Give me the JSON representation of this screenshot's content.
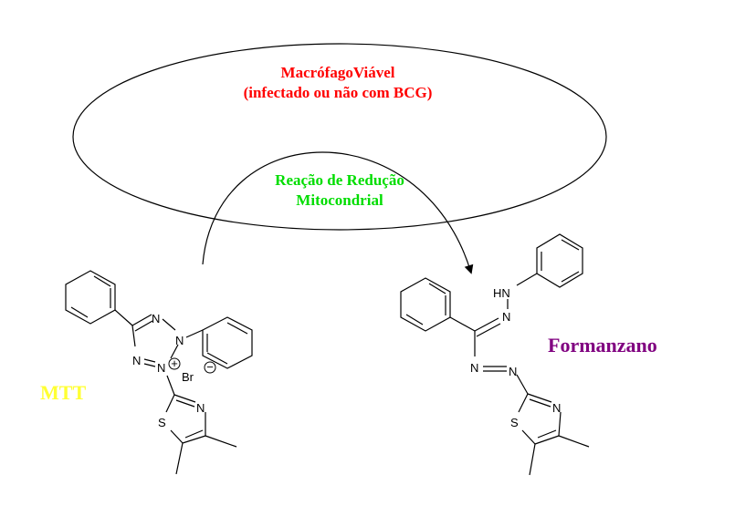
{
  "cell": {
    "line1": "MacrófagoViável",
    "line2": "(infectado ou não com BCG)",
    "color": "#ff0000"
  },
  "reaction": {
    "line1": "Reação de Redução",
    "line2": "Mitocondrial",
    "color": "#00ff00"
  },
  "mtt": {
    "label": "MTT",
    "color": "#ffff33",
    "atoms": {
      "n_top": "N",
      "n_ph": "N",
      "n_left": "N",
      "n_plus": "N",
      "plus_sign": "+",
      "br": "Br",
      "br_minus": "−",
      "thz_n": "N",
      "thz_s": "S"
    }
  },
  "formazan": {
    "label": "Formanzano",
    "color": "#800080",
    "atoms": {
      "hn": "HN",
      "n_imine": "N",
      "n_azo1": "N",
      "n_azo2": "N",
      "thz_n": "N",
      "thz_s": "S"
    }
  }
}
